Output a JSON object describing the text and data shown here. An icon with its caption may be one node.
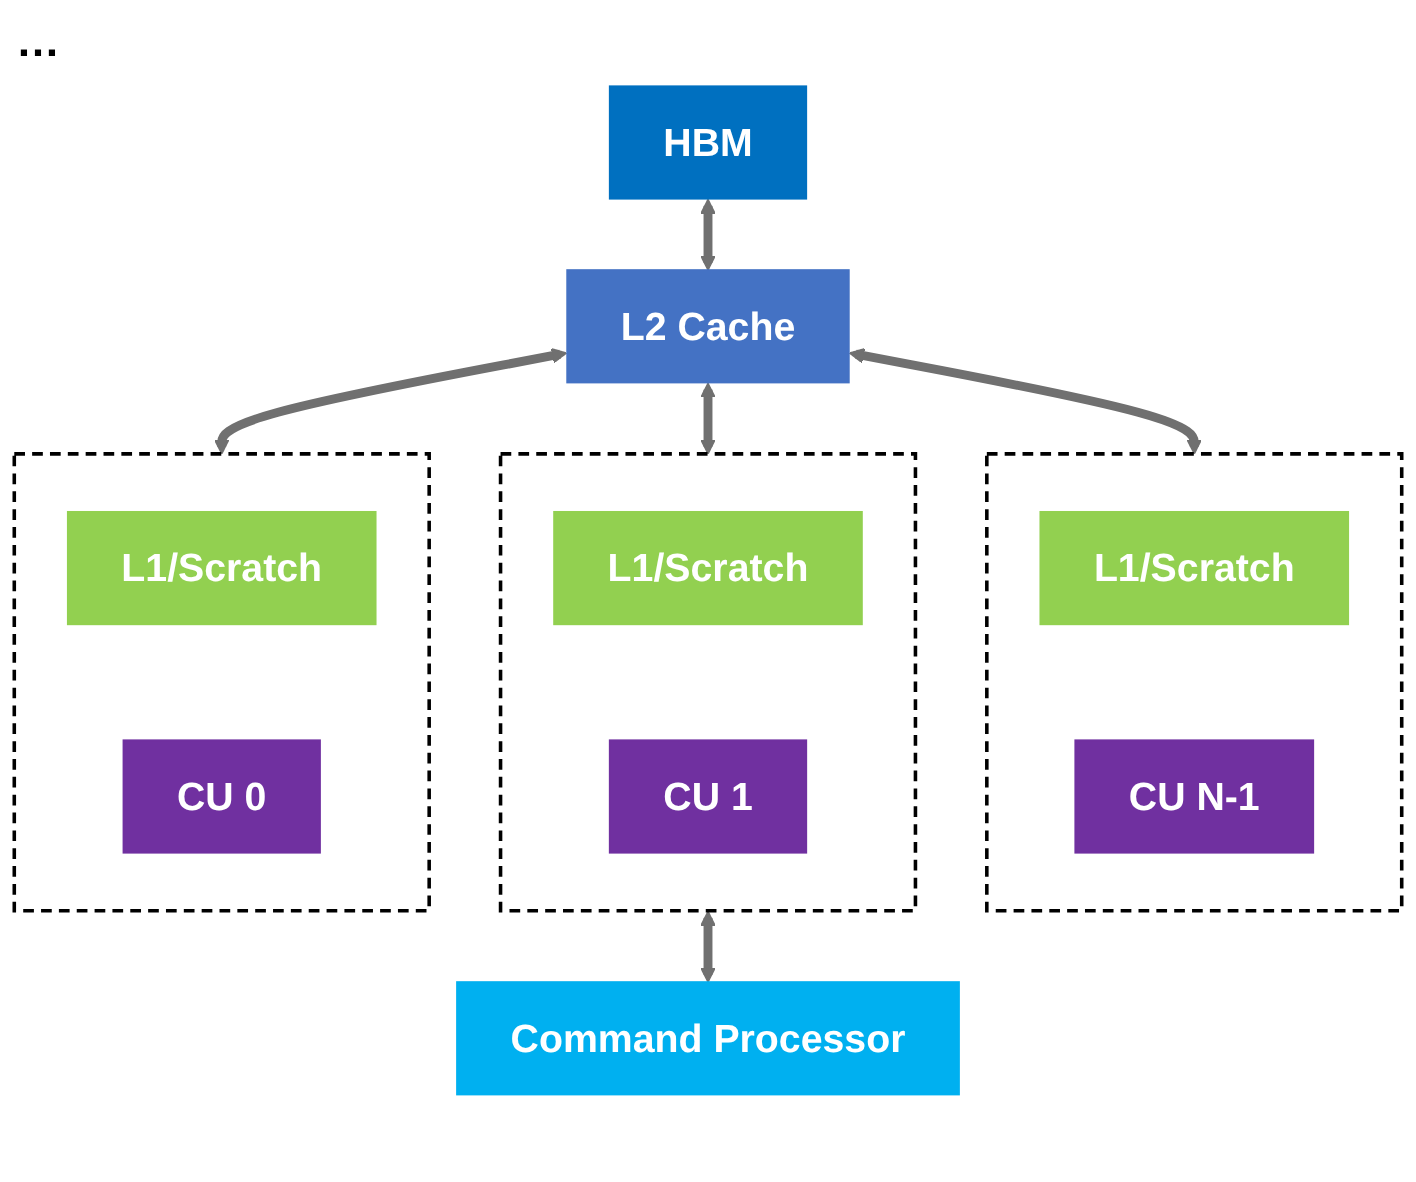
{
  "diagram": {
    "nodes": [
      {
        "text": [
          "HBM"
        ]
      },
      {
        "text": [
          "L2 Cache"
        ]
      },
      {
        "text": [],
        "shape": "box"
      },
      {
        "text": [
          "L1/Scratch"
        ],
        "in": 2
      },
      {
        "text": [
          "CU 0"
        ],
        "in": 2
      },
      {
        "text": [],
        "shape": "box"
      },
      {
        "text": [
          "L1/Scratch"
        ],
        "in": 5
      },
      {
        "text": [
          "CU 1"
        ],
        "in": 5
      },
      {
        "text": [],
        "shape": "box"
      },
      {
        "text": [
          "L1/Scratch"
        ],
        "in": 8
      },
      {
        "text": [
          "CU N-1"
        ],
        "in": 8
      },
      {
        "text": [
          "Command Processor"
        ]
      }
    ],
    "edges": [
      {
        "from": 0,
        "to": 1,
        "arrow": "both"
      },
      {
        "from": 1,
        "to": 2,
        "arrow": "both"
      },
      {
        "from": 1,
        "to": 5,
        "arrow": "both"
      },
      {
        "from": 1,
        "to": 8,
        "arrow": "both"
      },
      {
        "from": 5,
        "to": 11,
        "arrow": "both"
      }
    ],
    "labels": [
      "…"
    ]
  }
}
